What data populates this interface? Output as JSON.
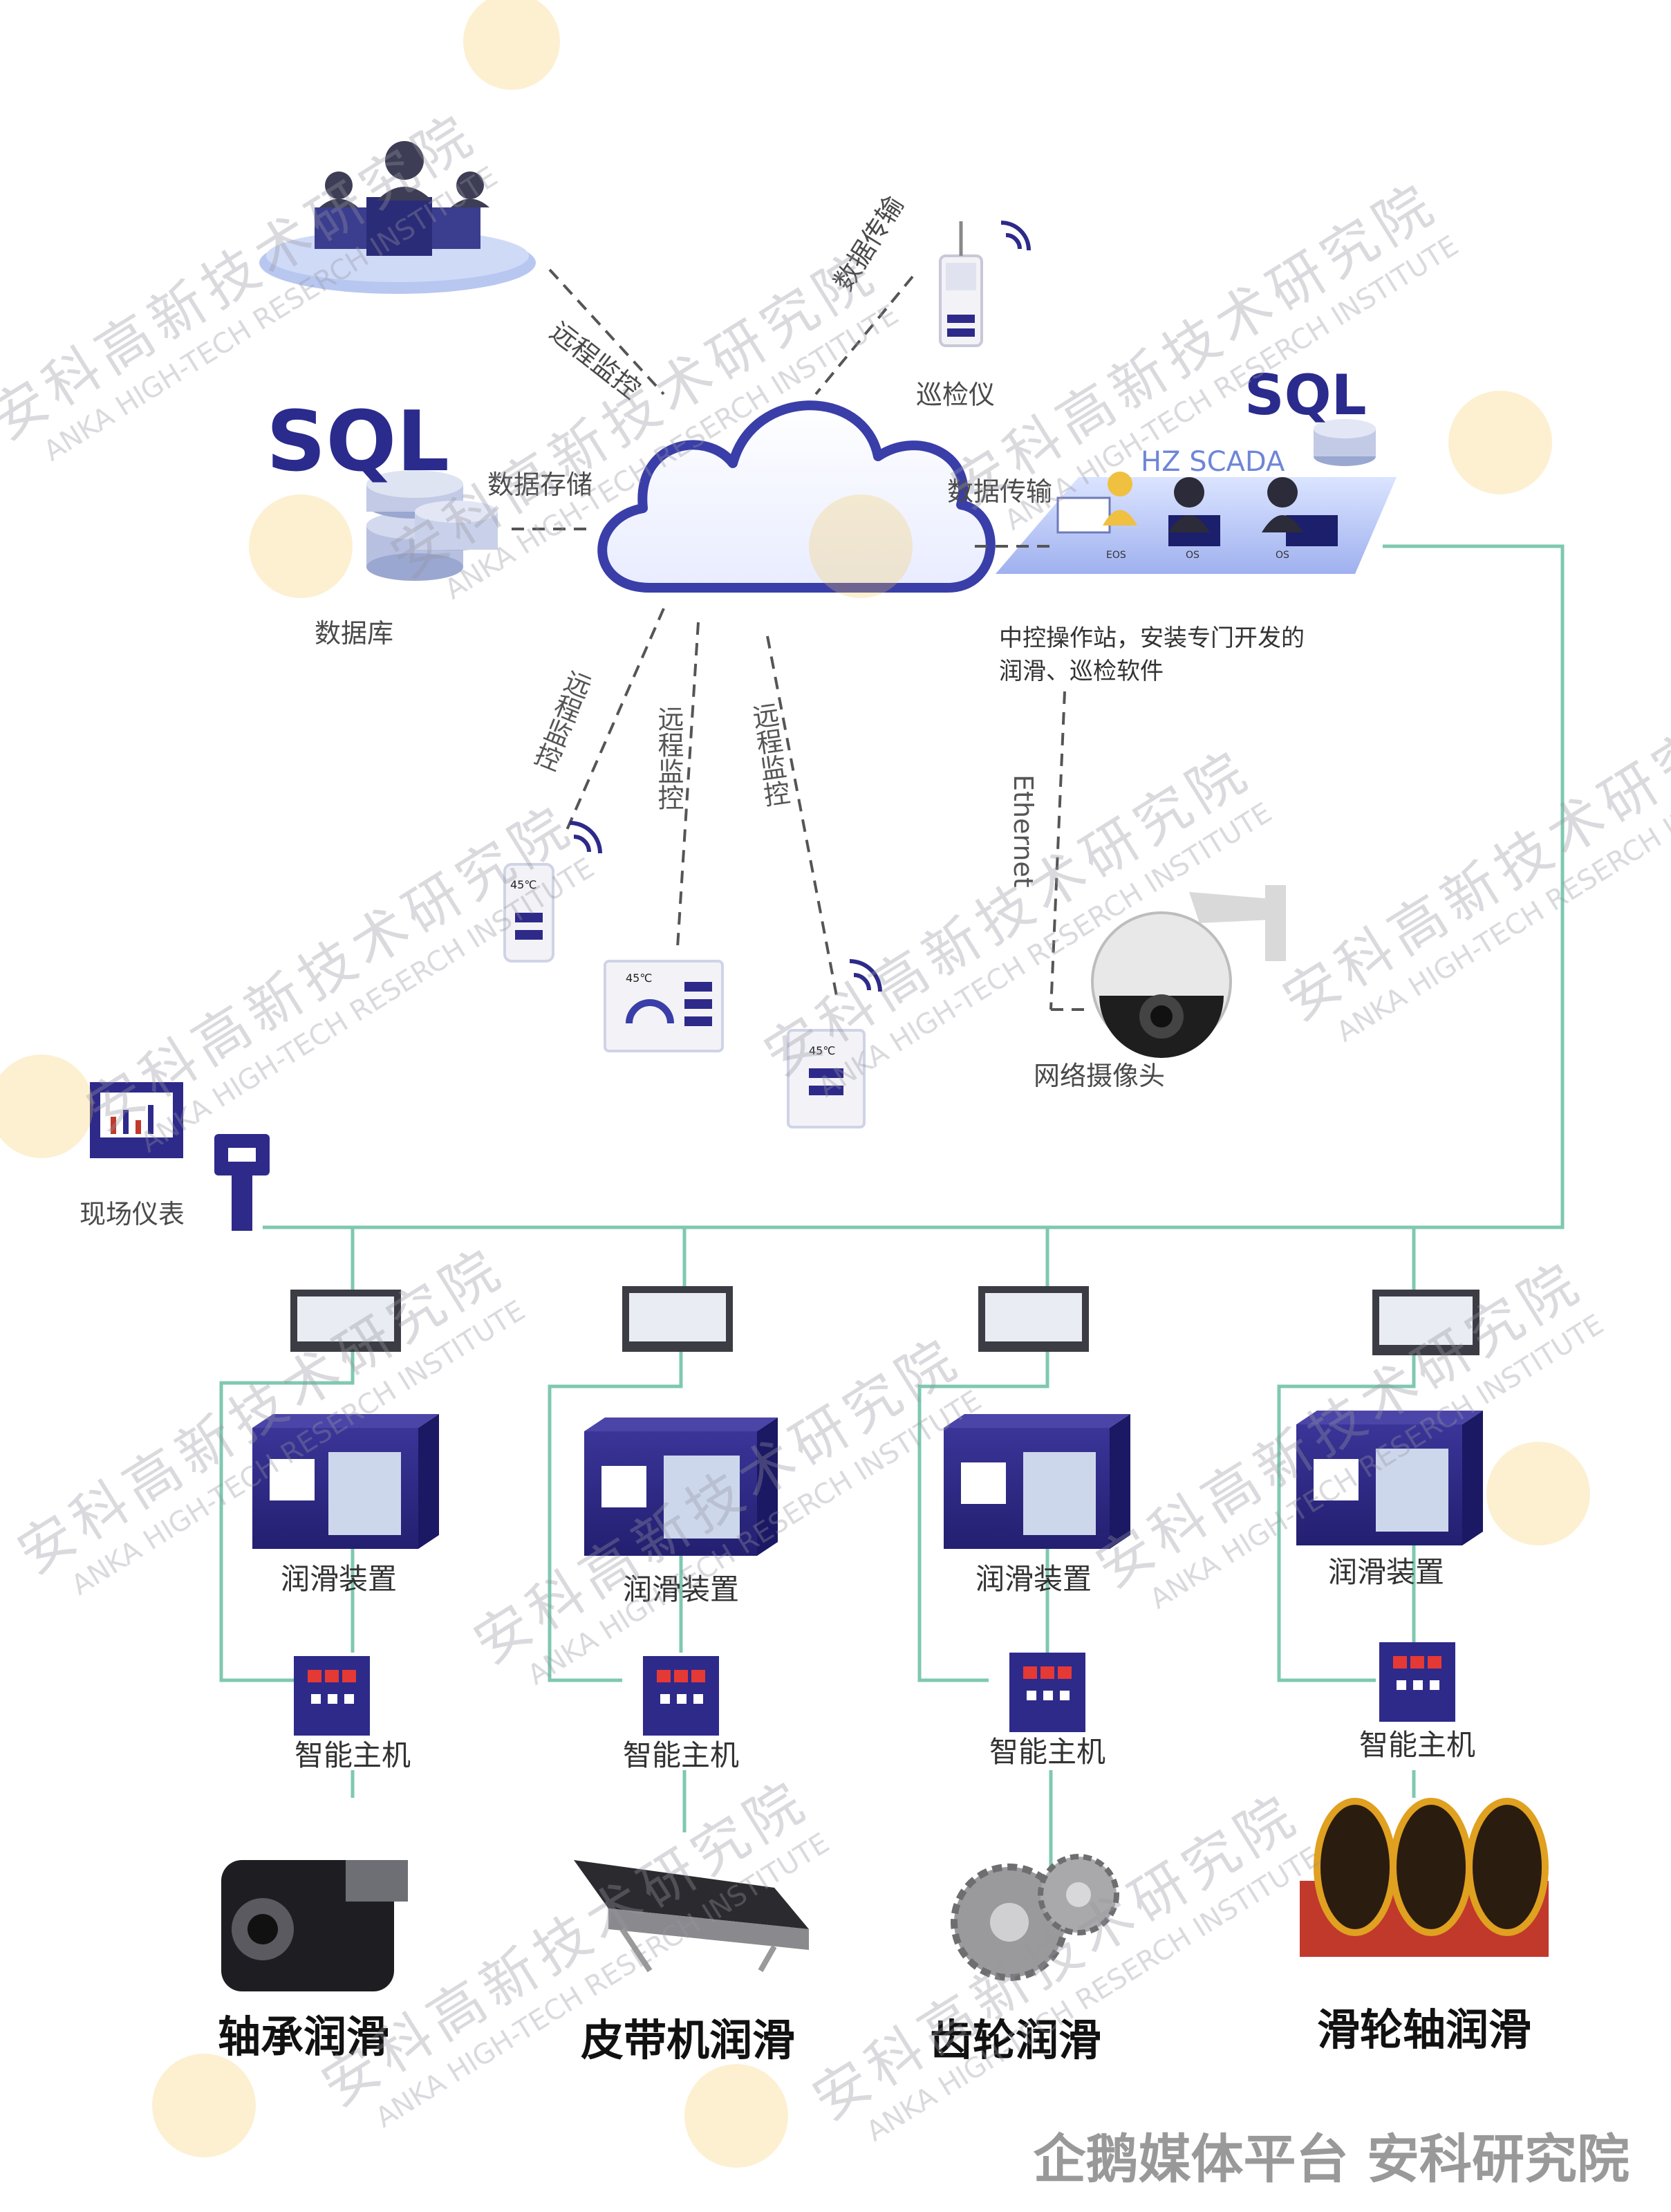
{
  "labels": {
    "sql_left": "SQL",
    "database": "数据库",
    "data_storage": "数据存储",
    "remote_monitor_top": "远程监控",
    "data_transfer_top": "数据传输",
    "inspector": "巡检仪",
    "sql_right": "SQL",
    "hz_scada": "HZ SCADA",
    "data_transfer_right": "数据传输",
    "station_desc_line1": "中控操作站，安装专门开发的",
    "station_desc_line2": "润滑、巡检软件",
    "remote_monitor_1": "远程监控",
    "remote_monitor_2": "远程监控",
    "remote_monitor_3": "远程监控",
    "ethernet": "Ethernet",
    "network_camera": "网络摄像头",
    "field_instrument": "现场仪表",
    "device_temp_1": "45℃",
    "device_temp_2": "45℃",
    "device_temp_3": "45℃",
    "screen_eos": "EOS",
    "screen_os1": "OS",
    "screen_os2": "OS"
  },
  "units": [
    {
      "lube_device": "润滑装置",
      "smart_host": "智能主机",
      "application": "轴承润滑"
    },
    {
      "lube_device": "润滑装置",
      "smart_host": "智能主机",
      "application": "皮带机润滑"
    },
    {
      "lube_device": "润滑装置",
      "smart_host": "智能主机",
      "application": "齿轮润滑"
    },
    {
      "lube_device": "润滑装置",
      "smart_host": "智能主机",
      "application": "滑轮轴润滑"
    }
  ],
  "watermark": {
    "cn": "安科高新技术研究院",
    "en": "ANKA HIGH-TECH RESERCH INSTITUTE"
  },
  "footer": "企鹅媒体平台 安科研究院",
  "colors": {
    "navy": "#2e2a8a",
    "line_green": "#7fc8b0",
    "cloud_stroke": "#3a3ea8",
    "dash": "#555555"
  }
}
